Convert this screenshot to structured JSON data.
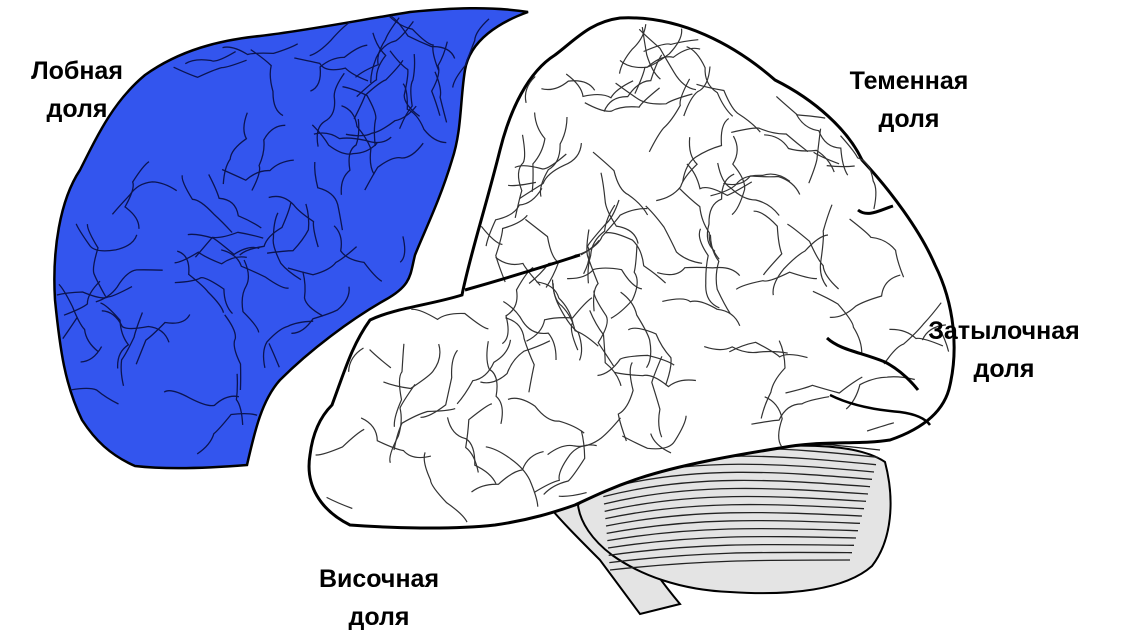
{
  "labels": {
    "frontal": {
      "line1": "Лобная",
      "line2": "доля"
    },
    "parietal": {
      "line1": "Теменная",
      "line2": "доля"
    },
    "occipital": {
      "line1": "Затылочная",
      "line2": "доля"
    },
    "temporal": {
      "line1": "Височная",
      "line2": "доля"
    }
  },
  "colors": {
    "frontal_lobe_fill": "#3355ee",
    "brain_fill": "#ffffff",
    "cerebellum_fill": "#e4e4e4",
    "outline": "#000000"
  }
}
